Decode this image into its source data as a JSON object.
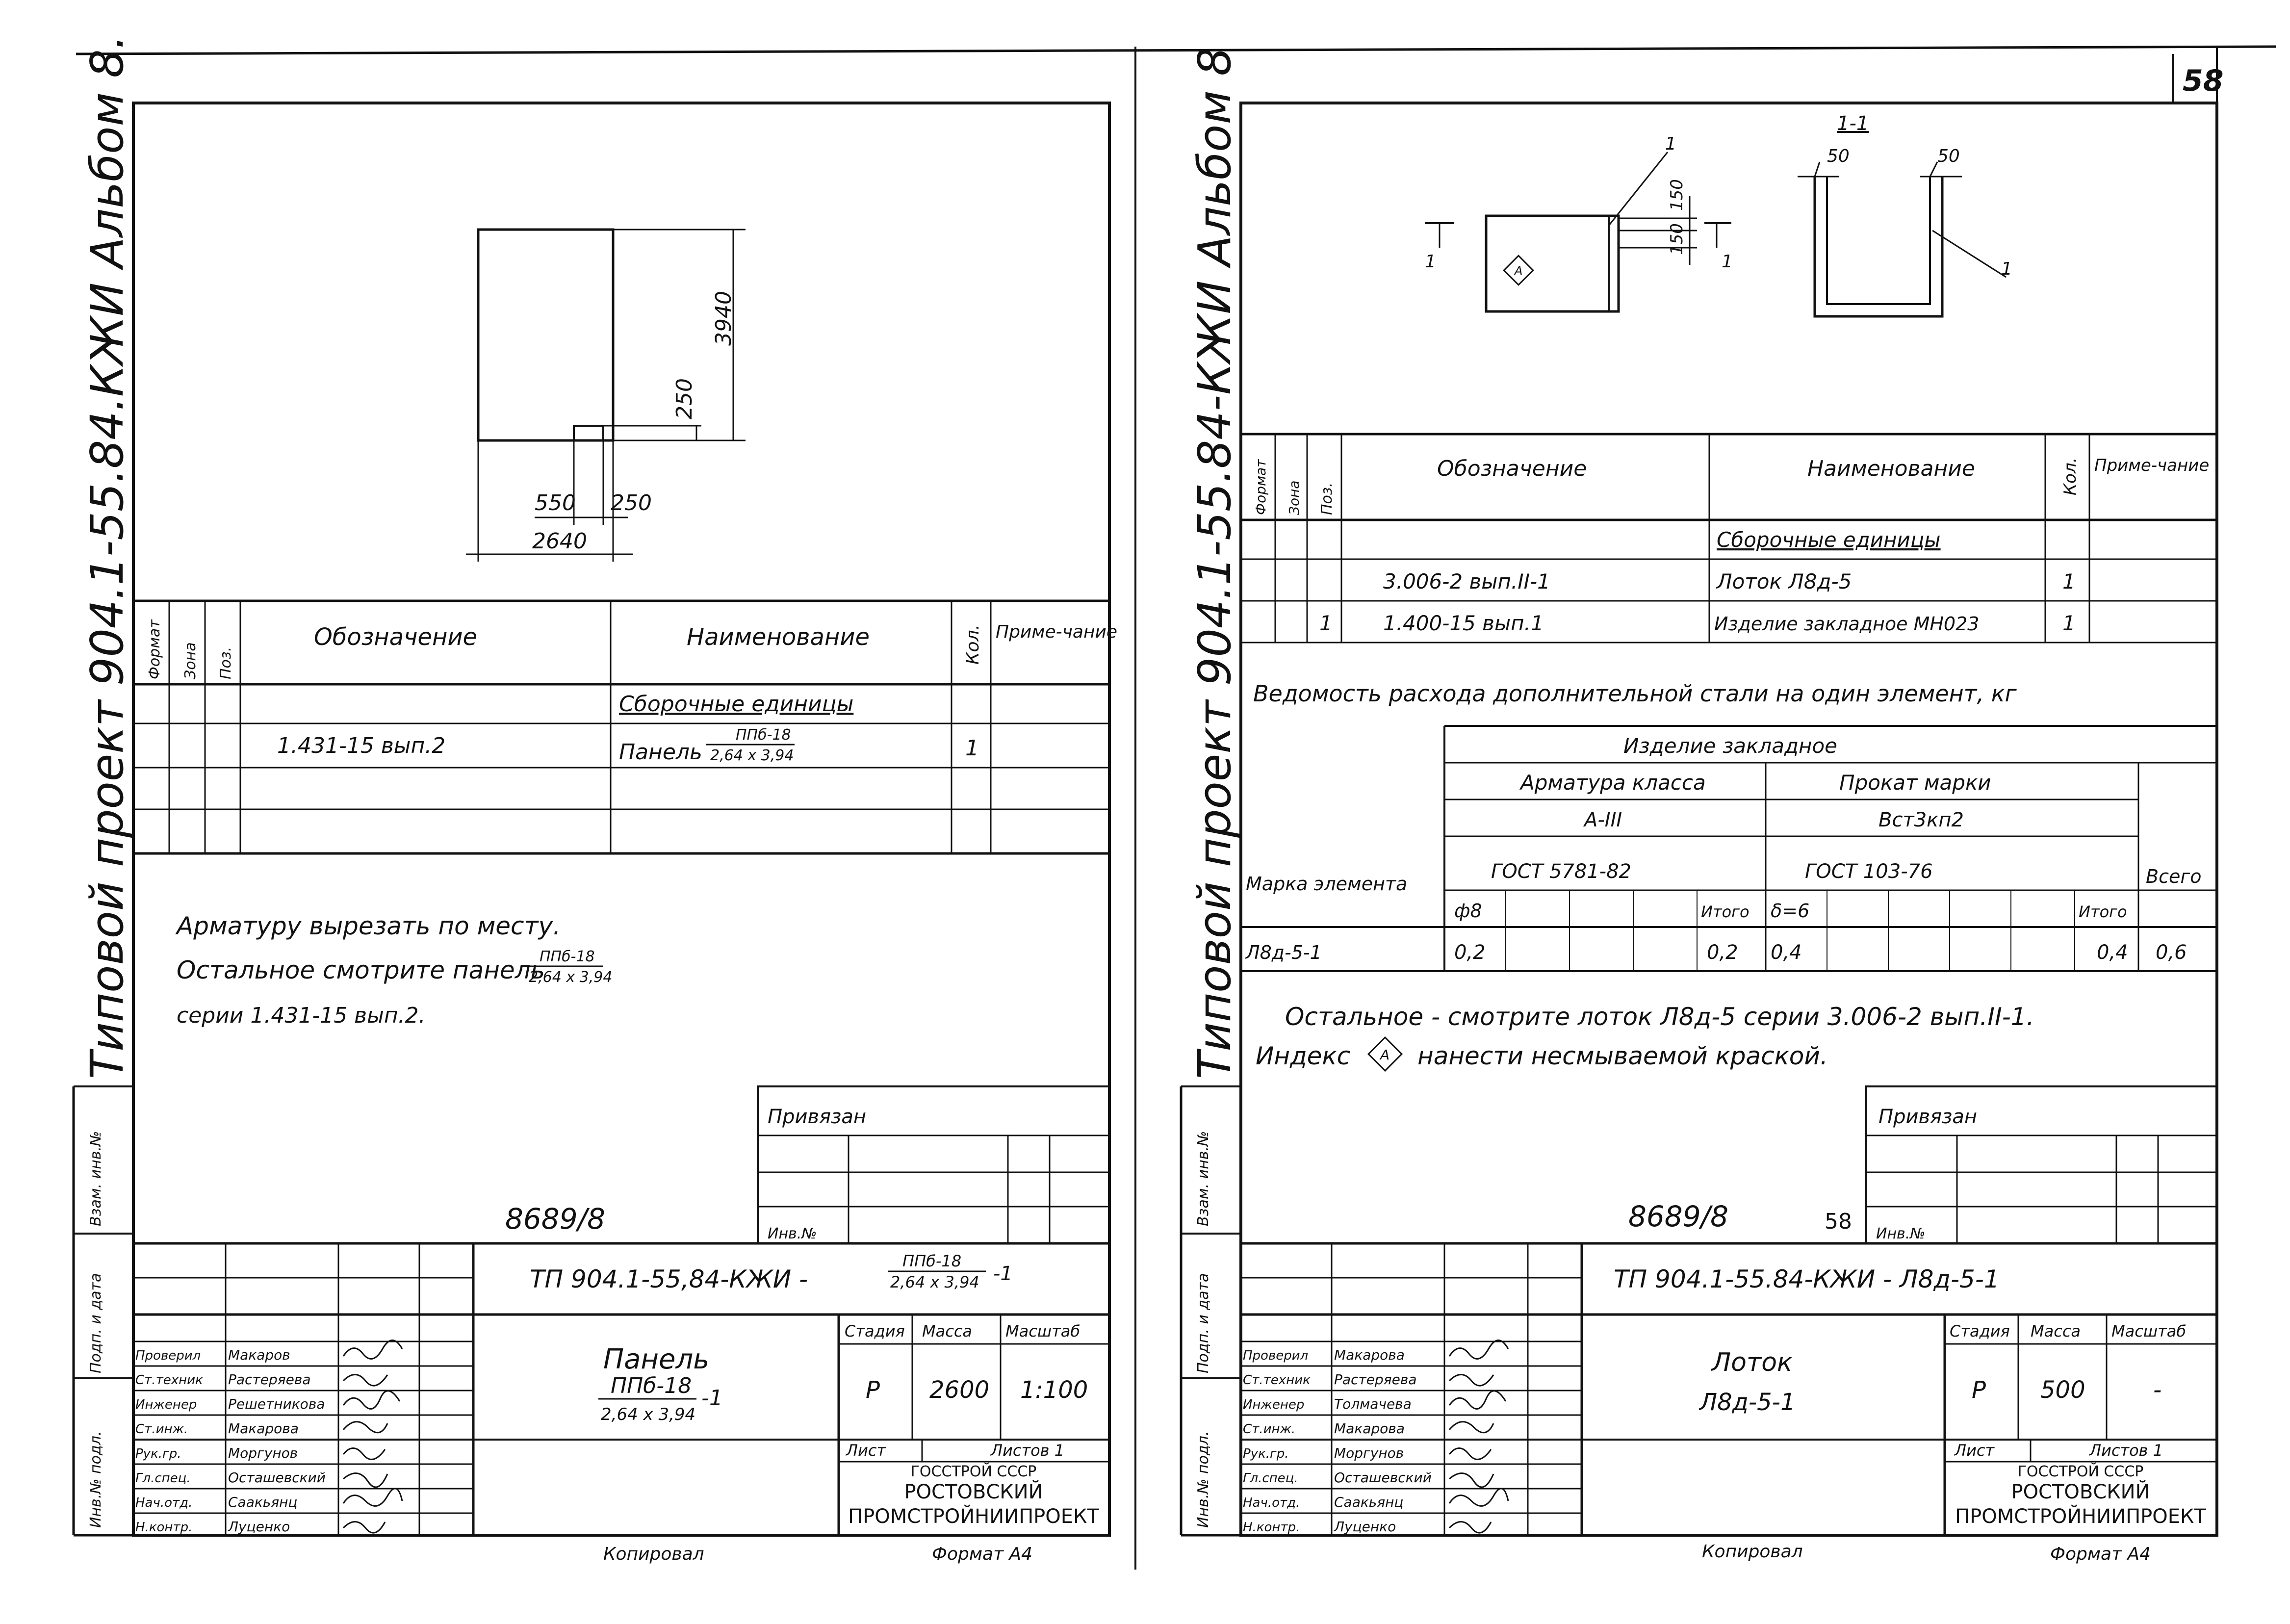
{
  "common": {
    "vertical_title_left": "Типовой проект 904.1-55.84.КЖИ Альбом 8.",
    "vertical_title_right": "Типовой проект 904.1-55.84-КЖИ Альбом 8",
    "side_stub": [
      "Инв.№ подл.",
      "Подп. и дата",
      "Взам. инв.№"
    ],
    "spec_headers": {
      "format": "Формат",
      "zone": "Зона",
      "pos": "Поз.",
      "designation": "Обозначение",
      "name": "Наименование",
      "qty": "Кол.",
      "note": "Приме-чание"
    },
    "assembly_units": "Сборочные единицы",
    "privyazan": "Привязан",
    "inv_no": "Инв.№",
    "gosstroy": "ГОССТРОЙ СССР",
    "institute": "РОСТОВСКИЙ",
    "institute2": "ПРОМСТРОЙНИИПРОЕКТ",
    "copied": "Копировал",
    "format": "Формат А4",
    "stage_label": "Стадия",
    "mass_label": "Масса",
    "scale_label": "Масштаб",
    "sheet_label": "Лист",
    "sheets_label": "Листов 1",
    "roles": [
      "Проверил",
      "Ст.техник",
      "Инженер",
      "Ст.инж.",
      "Рук.гр.",
      "Гл.спец.",
      "Нач.отд.",
      "Н.контр."
    ],
    "signature_icon": "signature-scribble"
  },
  "left": {
    "dims": {
      "w": "2640",
      "a": "550",
      "b": "250",
      "h": "3940",
      "c": "250"
    },
    "spec_row_designation": "1.431-15 вып.2",
    "spec_row_name": "Панель",
    "spec_row_frac_top": "ППб-18",
    "spec_row_frac_bottom": "2,64 х 3,94",
    "spec_row_qty": "1",
    "note1": "Арматуру вырезать по месту.",
    "note2": "Остальное смотрите панель",
    "note2_frac_top": "ППб-18",
    "note2_frac_bottom": "2,64 х 3,94",
    "note3": "серии 1.431-15 вып.2.",
    "drawing_no": "8689/8",
    "code": "ТП 904.1-55,84-КЖИ -",
    "code_frac_top": "ППб-18",
    "code_frac_bottom": "2,64 х 3,94",
    "code_suffix": "-1",
    "title": "Панель",
    "title_frac_top": "ППб-18",
    "title_frac_bottom": "2,64 х 3,94",
    "title_suffix": "-1",
    "stage": "Р",
    "mass": "2600",
    "scale": "1:100",
    "names": [
      "Макаров",
      "Растеряева",
      "Решетникова",
      "Макарова",
      "Моргунов",
      "Осташевский",
      "Саакьянц",
      "Луценко"
    ]
  },
  "right": {
    "page_number": "58",
    "section": "1-1",
    "dims": {
      "d50a": "50",
      "d50b": "50",
      "d150a": "150",
      "d150b": "150",
      "mark": "1"
    },
    "index_letter": "А",
    "rows": [
      {
        "designation": "",
        "name": "Сборочные единицы",
        "qty": "",
        "pos": ""
      },
      {
        "designation": "3.006-2 вып.II-1",
        "name": "Лоток Л8д-5",
        "qty": "1",
        "pos": ""
      },
      {
        "designation": "1.400-15 вып.1",
        "name": "Изделие закладное МН023",
        "qty": "1",
        "pos": "1"
      }
    ],
    "steel_title": "Ведомость расхода дополнительной стали на один элемент, кг",
    "steel": {
      "item": "Изделие закладное",
      "rebar_class": "Арматура класса",
      "rolled": "Прокат марки",
      "a3": "А-III",
      "vst": "Вст3кп2",
      "gost1": "ГОСТ 5781-82",
      "gost2": "ГОСТ 103-76",
      "mark_label": "Марка элемента",
      "total_label": "Всего",
      "d8": "ф8",
      "itogo": "Итого",
      "delta": "δ=6",
      "itogo2": "Итого",
      "row_mark": "Л8д-5-1",
      "v1": "0,2",
      "v2": "0,2",
      "v3": "0,4",
      "v4": "0,4",
      "v5": "0,6"
    },
    "note1": "Остальное - смотрите лоток Л8д-5 серии 3.006-2 вып.II-1.",
    "note2_a": "Индекс",
    "note2_b": "нанести несмываемой краской.",
    "drawing_no": "8689/8",
    "small_58": "58",
    "code": "ТП 904.1-55.84-КЖИ - Л8д-5-1",
    "title": "Лоток",
    "title2": "Л8д-5-1",
    "stage": "Р",
    "mass": "500",
    "scale": "-",
    "names": [
      "Макарова",
      "Растеряева",
      "Толмачева",
      "Макарова",
      "Моргунов",
      "Осташевский",
      "Саакьянц",
      "Луценко"
    ]
  }
}
